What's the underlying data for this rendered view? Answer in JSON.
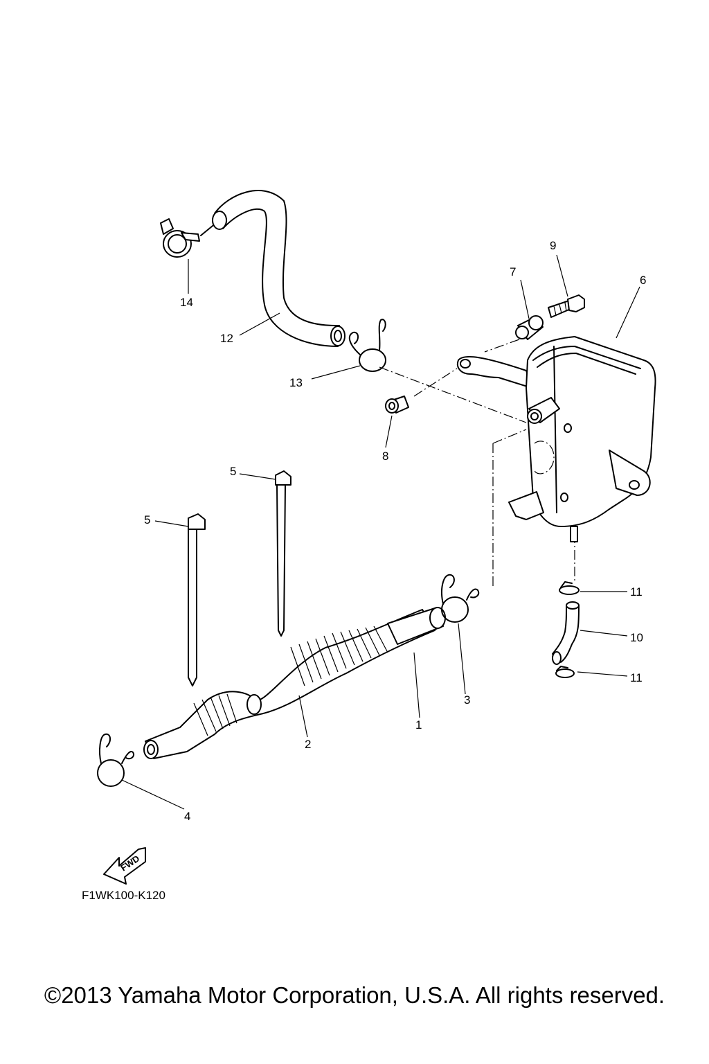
{
  "callouts": {
    "c1": "1",
    "c2": "2",
    "c3": "3",
    "c4": "4",
    "c5a": "5",
    "c5b": "5",
    "c6": "6",
    "c7": "7",
    "c8": "8",
    "c9": "9",
    "c10": "10",
    "c11a": "11",
    "c11b": "11",
    "c12": "12",
    "c13": "13",
    "c14": "14"
  },
  "fwd_label": "FWD",
  "diagram_code": "F1WK100-K120",
  "copyright": "©2013 Yamaha Motor Corporation, U.S.A. All rights reserved."
}
